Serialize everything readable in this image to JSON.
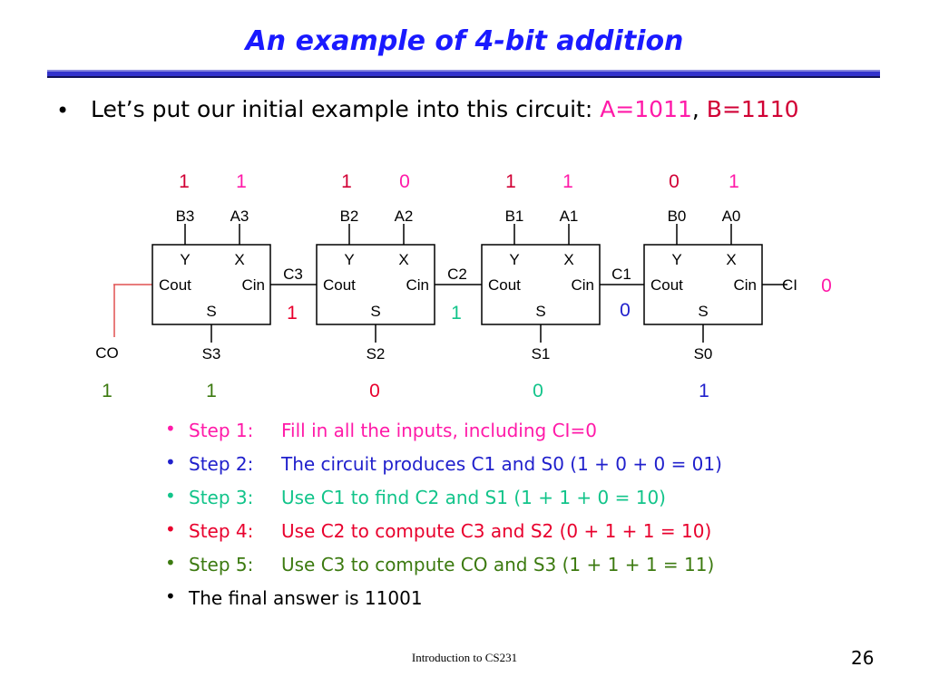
{
  "title": "An example of 4-bit addition",
  "bullet": {
    "prefix": "Let’s put our initial example into this circuit: ",
    "a_text": "A=1011",
    "sep": ",",
    "b_text": "B=1110"
  },
  "colors": {
    "title": "#1a1aff",
    "pink": "#ff1aa8",
    "crimson": "#d10035",
    "blue": "#2020cc",
    "teal": "#12c48a",
    "red": "#e8002d",
    "green": "#3c7a10"
  },
  "circuit": {
    "blocks": [
      {
        "b_in": "1",
        "a_in": "1",
        "b_label": "B3",
        "a_label": "A3",
        "s_label": "S3",
        "s_val": "1",
        "y": "Y",
        "x": "X",
        "cout": "Cout",
        "cin": "Cin",
        "s": "S"
      },
      {
        "b_in": "1",
        "a_in": "0",
        "b_label": "B2",
        "a_label": "A2",
        "s_label": "S2",
        "s_val": "0",
        "y": "Y",
        "x": "X",
        "cout": "Cout",
        "cin": "Cin",
        "s": "S"
      },
      {
        "b_in": "1",
        "a_in": "1",
        "b_label": "B1",
        "a_label": "A1",
        "s_label": "S1",
        "s_val": "0",
        "y": "Y",
        "x": "X",
        "cout": "Cout",
        "cin": "Cin",
        "s": "S"
      },
      {
        "b_in": "0",
        "a_in": "1",
        "b_label": "B0",
        "a_label": "A0",
        "s_label": "S0",
        "s_val": "1",
        "y": "Y",
        "x": "X",
        "cout": "Cout",
        "cin": "Cin",
        "s": "S"
      }
    ],
    "carries": [
      {
        "label": "C3",
        "value": "1"
      },
      {
        "label": "C2",
        "value": "1"
      },
      {
        "label": "C1",
        "value": "0"
      }
    ],
    "ci_label": "CI",
    "ci_value": "0",
    "co_label": "CO",
    "co_value": "1"
  },
  "steps": [
    {
      "label": "Step 1:",
      "text": "Fill in all the inputs, including CI=0"
    },
    {
      "label": "Step 2:",
      "text": "The circuit produces C1 and S0 (1 + 0 + 0 = 01)"
    },
    {
      "label": "Step 3:",
      "text": "Use C1 to find C2 and S1 (1 + 1 + 0 = 10)"
    },
    {
      "label": "Step 4:",
      "text": "Use C2 to compute C3 and S2 (0 + 1 + 1 = 10)"
    },
    {
      "label": "Step 5:",
      "text": "Use C3 to compute CO and S3 (1 + 1 + 1 = 11)"
    },
    {
      "text": "The final answer is 11001"
    }
  ],
  "bullet_glyph": "•",
  "footer": "Introduction to CS231",
  "page_number": "26"
}
